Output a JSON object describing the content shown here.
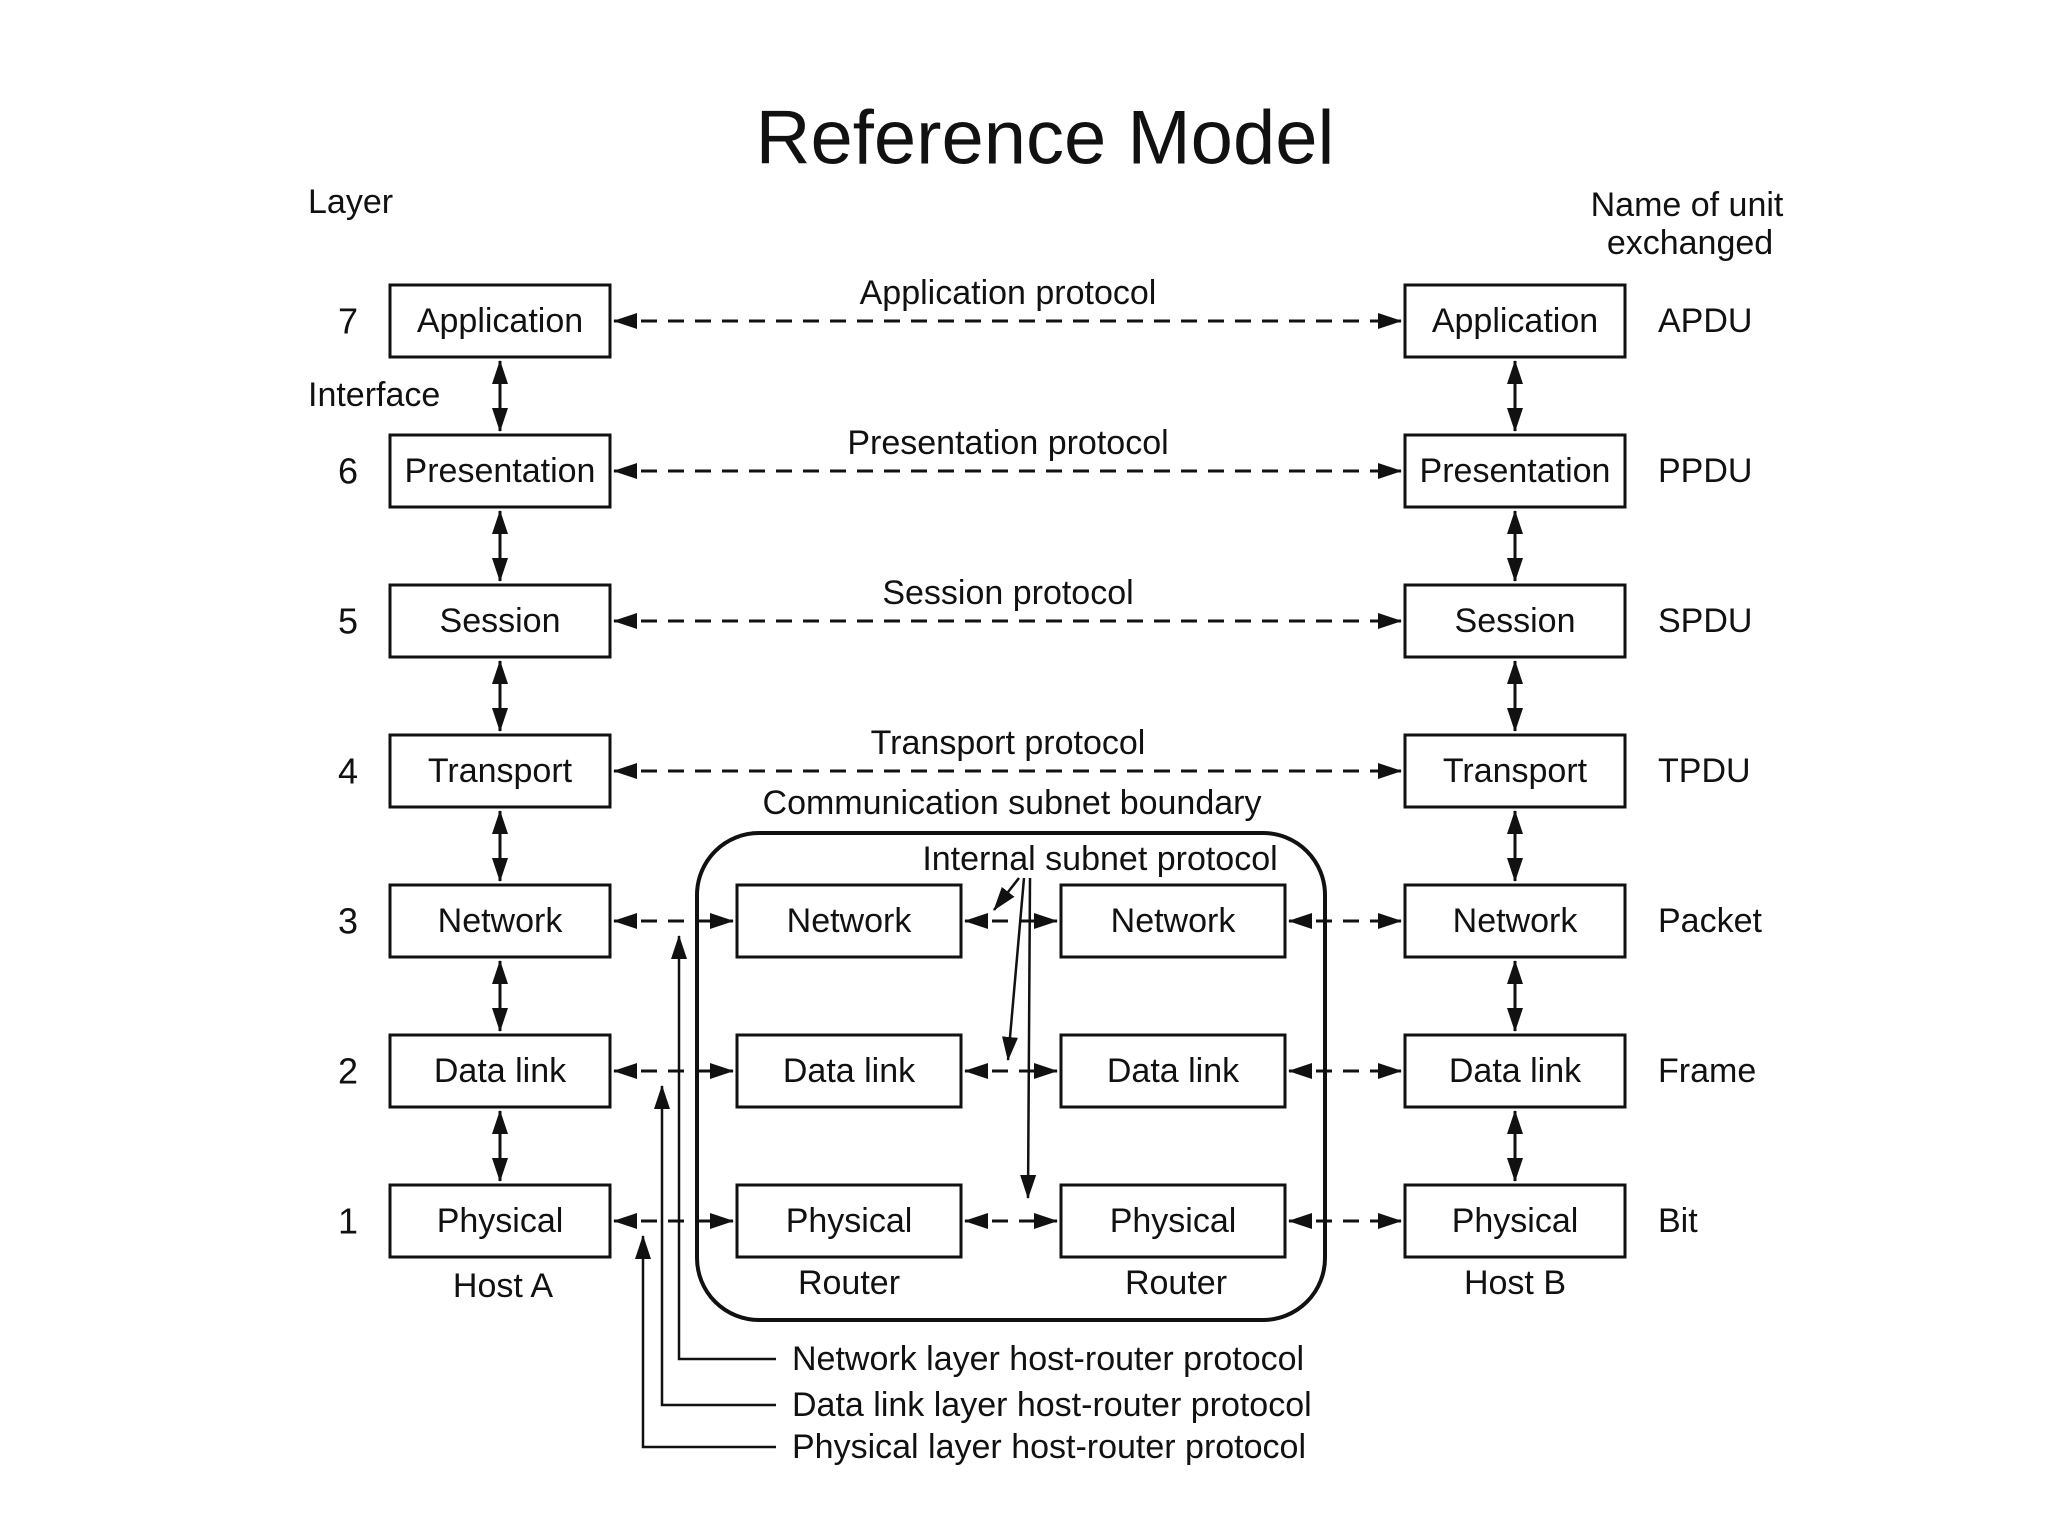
{
  "title": "Reference Model",
  "headers": {
    "layer_column": "Layer",
    "interface_label": "Interface",
    "unit_column_line1": "Name of unit",
    "unit_column_line2": "exchanged"
  },
  "layers": [
    {
      "num": "7",
      "name": "Application",
      "unit": "APDU",
      "protocol": "Application protocol"
    },
    {
      "num": "6",
      "name": "Presentation",
      "unit": "PPDU",
      "protocol": "Presentation protocol"
    },
    {
      "num": "5",
      "name": "Session",
      "unit": "SPDU",
      "protocol": "Session protocol"
    },
    {
      "num": "4",
      "name": "Transport",
      "unit": "TPDU",
      "protocol": "Transport protocol"
    },
    {
      "num": "3",
      "name": "Network",
      "unit": "Packet"
    },
    {
      "num": "2",
      "name": "Data link",
      "unit": "Frame"
    },
    {
      "num": "1",
      "name": "Physical",
      "unit": "Bit"
    }
  ],
  "subnet": {
    "boundary_label": "Communication subnet boundary",
    "internal_label": "Internal subnet protocol",
    "router_layers": [
      "Network",
      "Data link",
      "Physical"
    ]
  },
  "footers": {
    "host_a": "Host A",
    "router1": "Router",
    "router2": "Router",
    "host_b": "Host B"
  },
  "legend": [
    {
      "label": "Network layer host-router protocol"
    },
    {
      "label": "Data link layer host-router protocol"
    },
    {
      "label": "Physical layer host-router protocol"
    }
  ],
  "colors": {
    "ink": "#111111",
    "background": "#ffffff"
  }
}
